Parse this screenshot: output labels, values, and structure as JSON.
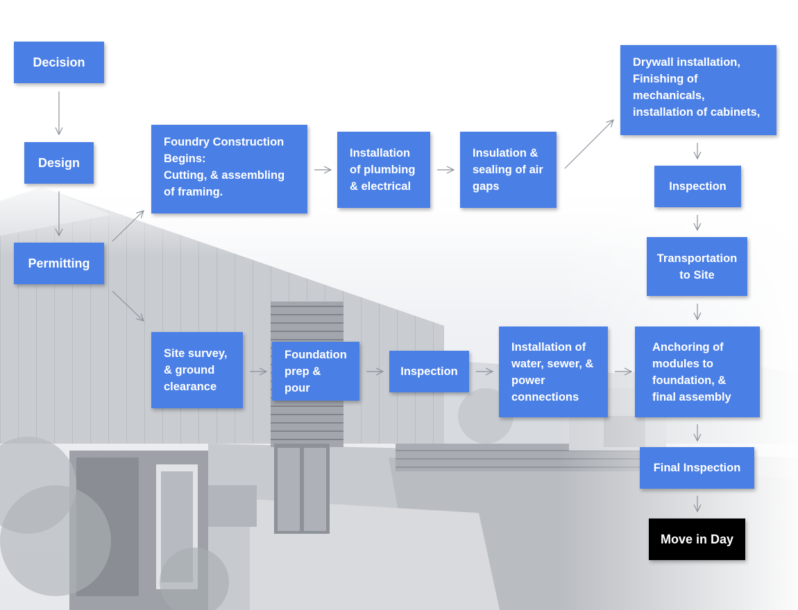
{
  "colors": {
    "box": "#4a7fe6",
    "final_box": "#000000",
    "text": "#ffffff",
    "arrow": "#8a8f99"
  },
  "nodes": {
    "decision": "Decision",
    "design": "Design",
    "permitting": "Permitting",
    "foundry": "Foundry Construction\nBegins:\nCutting, & assembling\nof framing.",
    "plumbing": "Installation\nof plumbing\n& electrical",
    "insulation": "Insulation &\nsealing of air\ngaps",
    "drywall": "Drywall installation,\nFinishing of\nmechanicals,\ninstallation of cabinets,",
    "inspection_top": "Inspection",
    "transportation": "Transportation\nto Site",
    "site_survey": "Site survey,\n& ground\nclearance",
    "foundation": "Foundation\nprep & pour",
    "inspection_mid": "Inspection",
    "utilities": "Installation of\nwater, sewer, &\npower\nconnections",
    "anchoring": "Anchoring of\nmodules to\nfoundation, &\nfinal assembly",
    "final_inspection": "Final Inspection",
    "move_in": "Move in Day"
  }
}
